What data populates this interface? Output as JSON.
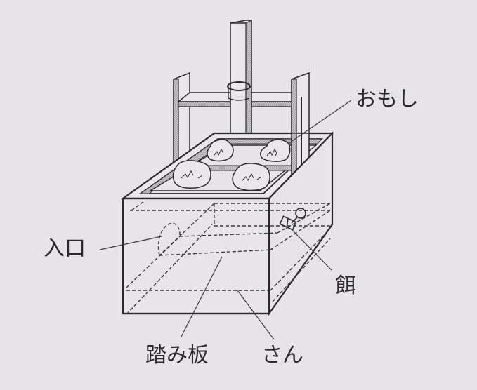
{
  "diagram": {
    "title": "",
    "subject": "trap box with weight, entrance, treadle, bait",
    "colors": {
      "background": "#e6e4e8",
      "line": "#2a2a2e",
      "stipple": "#a9a7ab",
      "fill_light": "#e9e7eb"
    },
    "labels": {
      "weight": "おもし",
      "entrance": "入口",
      "bait": "餌",
      "treadle": "踏み板",
      "rail": "さん"
    },
    "components": [
      {
        "id": "weight",
        "label": "おもし",
        "description": "stones placed on top lid as weight"
      },
      {
        "id": "entrance",
        "label": "入口",
        "description": "oval entrance hole in front-left"
      },
      {
        "id": "bait",
        "label": "餌",
        "description": "bait hung from string on right side"
      },
      {
        "id": "treadle",
        "label": "踏み板",
        "description": "treadle plate inside box"
      },
      {
        "id": "rail",
        "label": "さん",
        "description": "rail/crosspiece along bottom"
      }
    ]
  }
}
